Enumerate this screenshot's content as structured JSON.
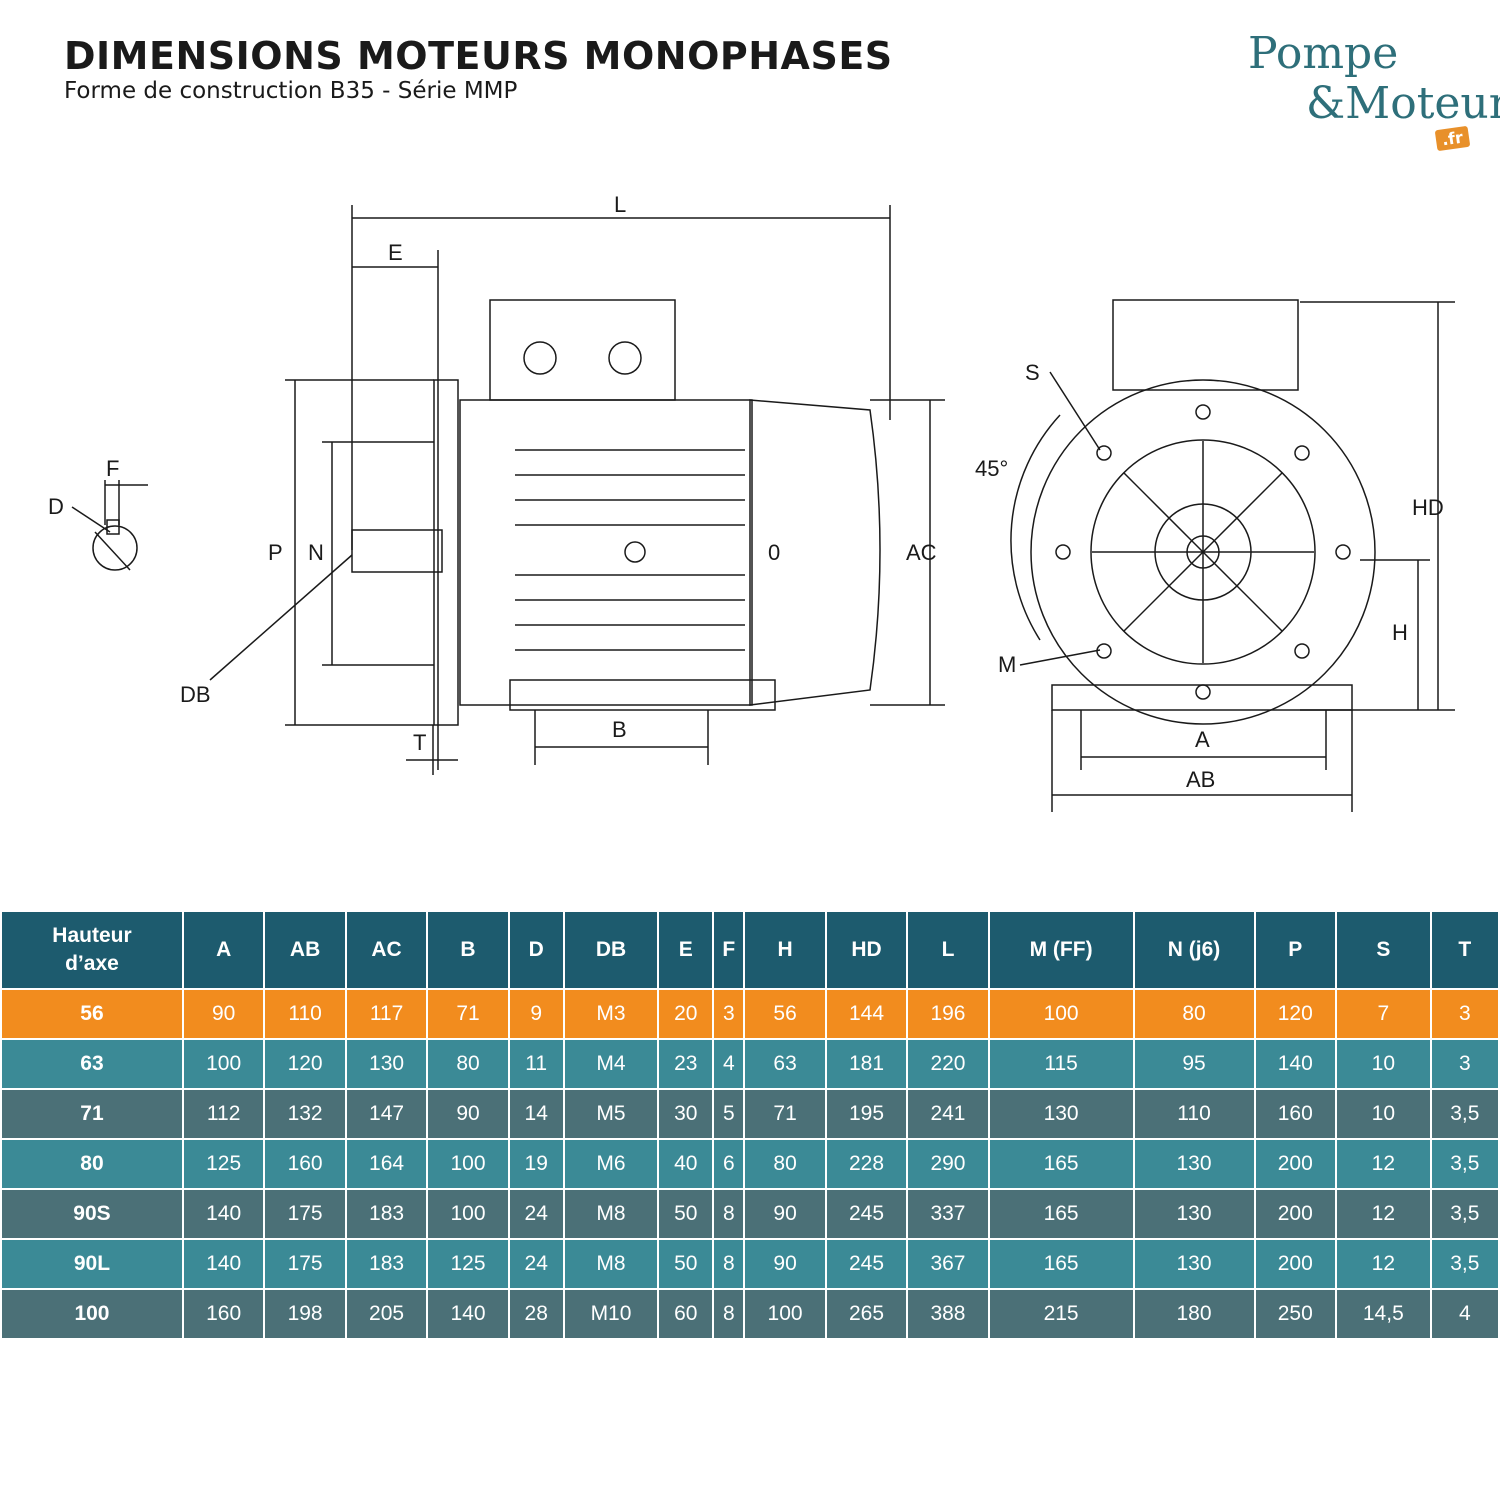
{
  "header": {
    "title": "DIMENSIONS MOTEURS MONOPHASES",
    "subtitle": "Forme de construction B35 - Série MMP"
  },
  "logo": {
    "line1": "Pompe",
    "line2": "&Moteur",
    "tld": ".fr"
  },
  "drawing": {
    "labels": {
      "L": "L",
      "E": "E",
      "F": "F",
      "D": "D",
      "P": "P",
      "N": "N",
      "DB": "DB",
      "T": "T",
      "B": "B",
      "O": "0",
      "AC": "AC",
      "S": "S",
      "angle": "45°",
      "M": "M",
      "HD": "HD",
      "H": "H",
      "A": "A",
      "AB": "AB"
    }
  },
  "table": {
    "corner_line1": "Hauteur",
    "corner_line2": "d’axe",
    "columns": [
      "A",
      "AB",
      "AC",
      "B",
      "D",
      "DB",
      "E",
      "F",
      "H",
      "HD",
      "L",
      "M (FF)",
      "N (j6)",
      "P",
      "S",
      "T"
    ],
    "rows": [
      [
        "56",
        "90",
        "110",
        "117",
        "71",
        "9",
        "M3",
        "20",
        "3",
        "56",
        "144",
        "196",
        "100",
        "80",
        "120",
        "7",
        "3"
      ],
      [
        "63",
        "100",
        "120",
        "130",
        "80",
        "11",
        "M4",
        "23",
        "4",
        "63",
        "181",
        "220",
        "115",
        "95",
        "140",
        "10",
        "3"
      ],
      [
        "71",
        "112",
        "132",
        "147",
        "90",
        "14",
        "M5",
        "30",
        "5",
        "71",
        "195",
        "241",
        "130",
        "110",
        "160",
        "10",
        "3,5"
      ],
      [
        "80",
        "125",
        "160",
        "164",
        "100",
        "19",
        "M6",
        "40",
        "6",
        "80",
        "228",
        "290",
        "165",
        "130",
        "200",
        "12",
        "3,5"
      ],
      [
        "90S",
        "140",
        "175",
        "183",
        "100",
        "24",
        "M8",
        "50",
        "8",
        "90",
        "245",
        "337",
        "165",
        "130",
        "200",
        "12",
        "3,5"
      ],
      [
        "90L",
        "140",
        "175",
        "183",
        "125",
        "24",
        "M8",
        "50",
        "8",
        "90",
        "245",
        "367",
        "165",
        "130",
        "200",
        "12",
        "3,5"
      ],
      [
        "100",
        "160",
        "198",
        "205",
        "140",
        "28",
        "M10",
        "60",
        "8",
        "100",
        "265",
        "388",
        "215",
        "180",
        "250",
        "14,5",
        "4"
      ]
    ]
  },
  "colors": {
    "header_bg": "#1d5b6e",
    "highlight_row": "#f28c1e",
    "row_light": "#3b8a96",
    "row_dark": "#4b7077"
  }
}
